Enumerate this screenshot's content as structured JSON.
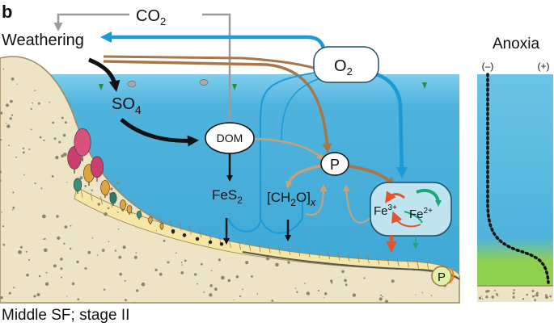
{
  "panel_letter": "b",
  "labels": {
    "co2": "CO",
    "co2_sub": "2",
    "weathering": "Weathering",
    "o2": "O",
    "o2_sub": "2",
    "so4": "SO",
    "so4_sub": "4",
    "dom": "DOM",
    "p": "P",
    "fes2": "FeS",
    "fes2_sub": "2",
    "ch2o_open": "[CH",
    "ch2o_sub": "2",
    "ch2o_close": "O]",
    "ch2o_x": "x",
    "fe3": "Fe",
    "fe3_sup": "3+",
    "fe2": "Fe",
    "fe2_sup": "2+",
    "p_sediment": "P"
  },
  "anoxia_panel": {
    "title": "Anoxia",
    "minus": "(–)",
    "plus": "(+)"
  },
  "caption": "Middle SF; stage II",
  "colors": {
    "water": "#4fb3dc",
    "water_top": "#8fd3ef",
    "sediment": "#ece4c4",
    "sediment_dots": "#9a8f7a",
    "oxygen_arrow": "#1a9ad6",
    "organic_arrow": "#a7774a",
    "co2_arrow": "#9b9b9b",
    "iron_box": "#bfe3ef",
    "fe_red": "#e5532b",
    "fe_green": "#1aa77a",
    "anoxic_green": "#8fd14f"
  }
}
